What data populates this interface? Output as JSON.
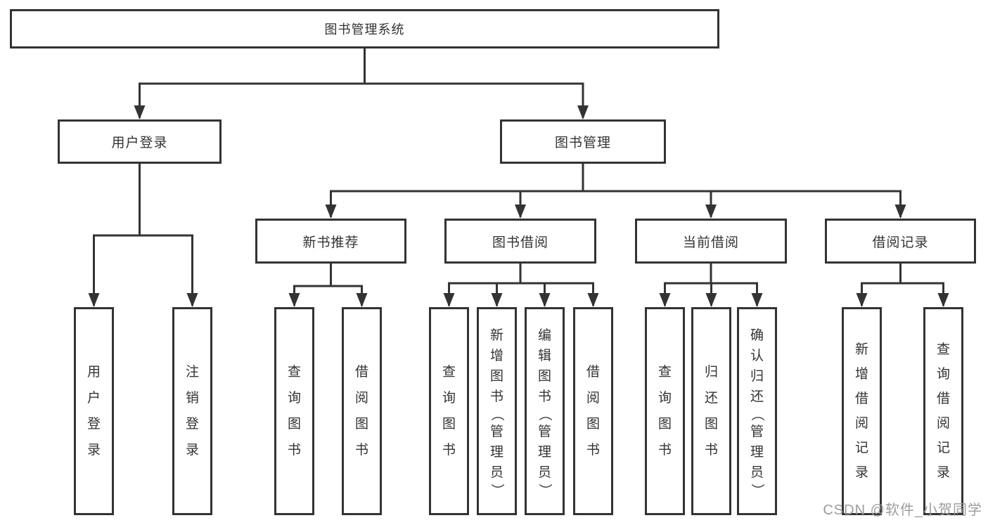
{
  "tree": {
    "root": {
      "label": "图书管理系统",
      "children": [
        {
          "label": "用户登录",
          "children": [
            {
              "label": "用户登录"
            },
            {
              "label": "注销登录"
            }
          ]
        },
        {
          "label": "图书管理",
          "children": [
            {
              "label": "新书推荐",
              "children": [
                {
                  "label": "查询图书"
                },
                {
                  "label": "借阅图书"
                }
              ]
            },
            {
              "label": "图书借阅",
              "children": [
                {
                  "label": "查询图书"
                },
                {
                  "label": "新增图书（管理员）"
                },
                {
                  "label": "编辑图书（管理员）"
                },
                {
                  "label": "借阅图书"
                }
              ]
            },
            {
              "label": "当前借阅",
              "children": [
                {
                  "label": "查询图书"
                },
                {
                  "label": "归还图书"
                },
                {
                  "label": "确认归还（管理员）"
                }
              ]
            },
            {
              "label": "借阅记录",
              "children": [
                {
                  "label": "新增借阅记录"
                },
                {
                  "label": "查询借阅记录"
                }
              ]
            }
          ]
        }
      ]
    }
  },
  "watermark": "CSDN @软件_小贺同学",
  "colors": {
    "line": "#333333",
    "border": "#333333",
    "text": "#333333",
    "watermark": "#9c9c9c",
    "background": "#ffffff"
  }
}
